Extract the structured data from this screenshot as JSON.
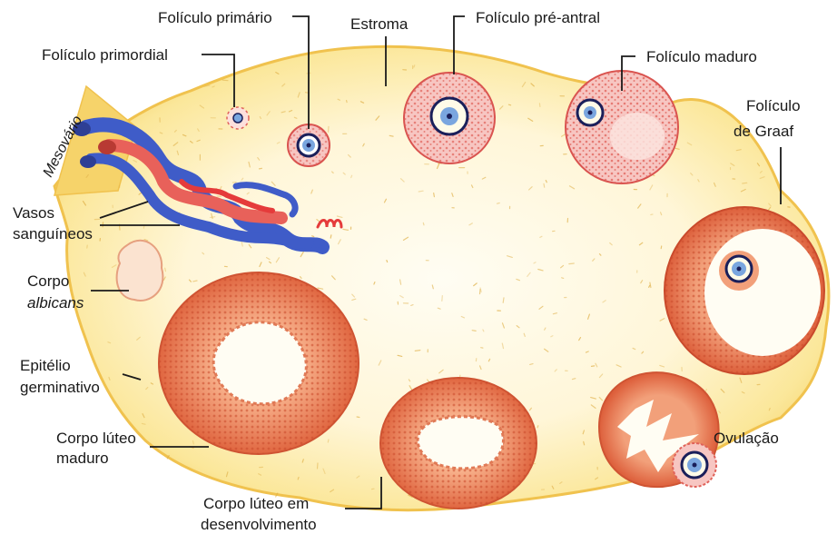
{
  "diagram": {
    "labels": {
      "foliculo_primario": "Folículo primário",
      "estroma": "Estroma",
      "foliculo_pre_antral": "Folículo pré-antral",
      "foliculo_primordial": "Folículo primordial",
      "foliculo_maduro": "Folículo maduro",
      "mesovario": "Mesovário",
      "foliculo_graaf_line1": "Folículo",
      "foliculo_graaf_line2": "de Graaf",
      "vasos_line1": "Vasos",
      "vasos_line2": "sanguíneos",
      "corpo_albicans_line1": "Corpo",
      "corpo_albicans_line2": "albicans",
      "epitelio_line1": "Epitélio",
      "epitelio_line2": "germinativo",
      "corpo_luteo_maduro_line1": "Corpo lúteo",
      "corpo_luteo_maduro_line2": "maduro",
      "ovulacao": "Ovulação",
      "corpo_luteo_desenv_line1": "Corpo lúteo em",
      "corpo_luteo_desenv_line2": "desenvolvimento"
    },
    "colors": {
      "ovary_fill": "#fbe79a",
      "ovary_edge": "#f3c85a",
      "stroma_dots": "#e3b44a",
      "follicle_pink": "#f7c6c2",
      "follicle_dots": "#e0625a",
      "oocyte_blue": "#7aa6df",
      "zona": "#1a1f5a",
      "luteum_orange": "#ea7a52",
      "vein_blue": "#3f5cc8",
      "artery_red": "#e53b3b"
    }
  }
}
